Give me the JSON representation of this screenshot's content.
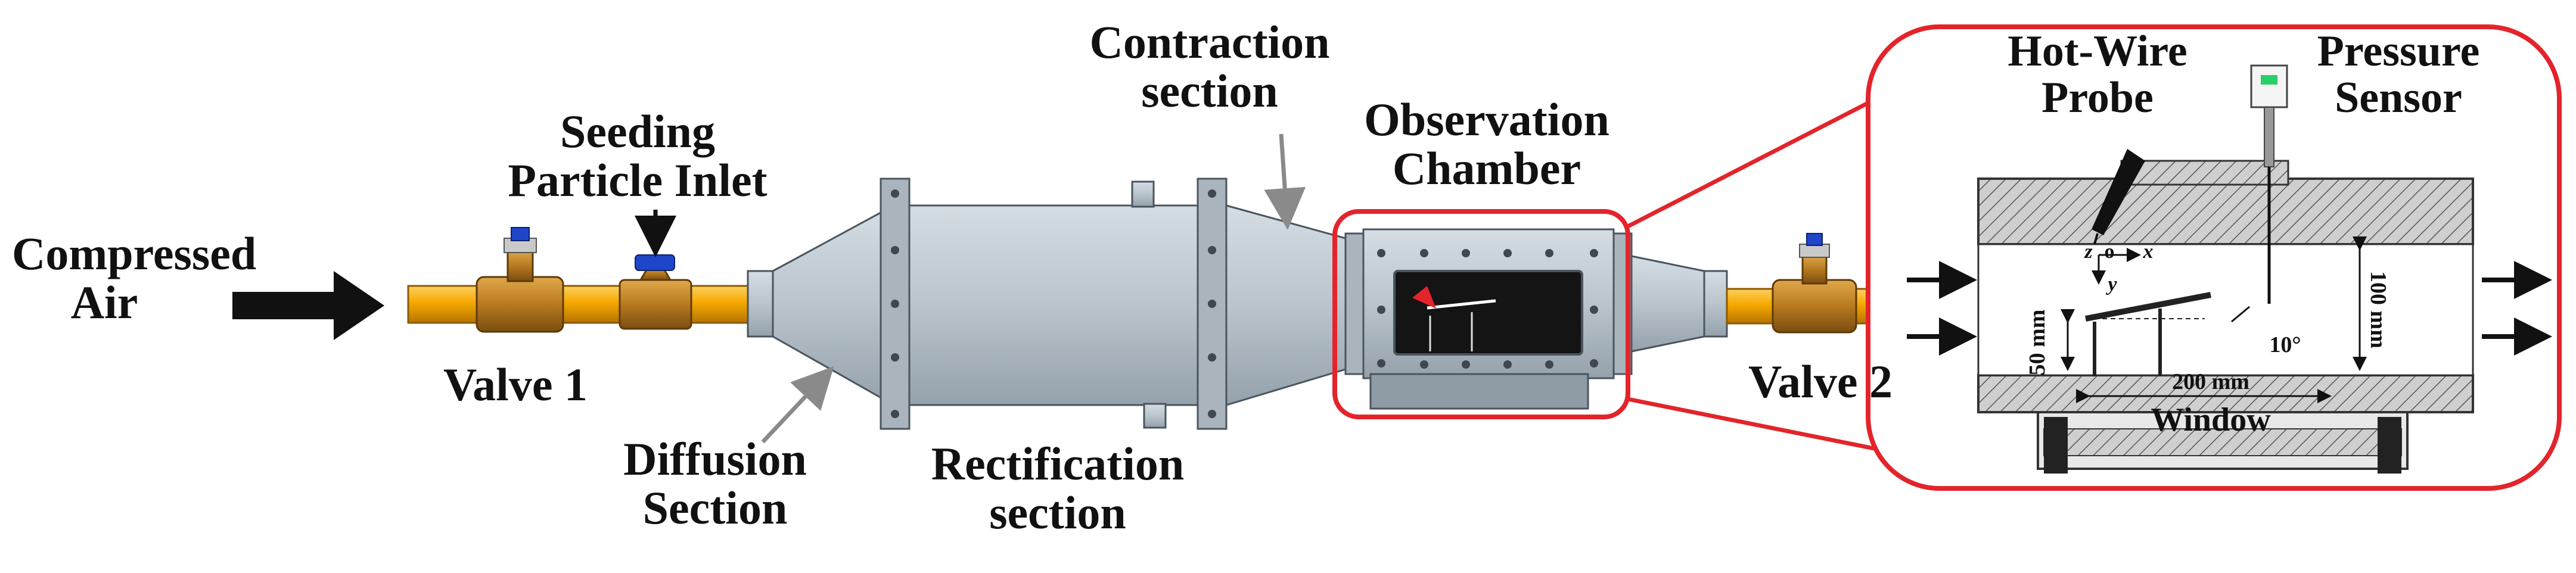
{
  "labels": {
    "compressed_air": [
      "Compressed",
      "Air"
    ],
    "seeding_inlet": [
      "Seeding",
      "Particle Inlet"
    ],
    "valve1": "Valve 1",
    "valve2": "Valve 2",
    "diffusion": [
      "Diffusion",
      "Section"
    ],
    "rectification": [
      "Rectification",
      "section"
    ],
    "contraction": [
      "Contraction",
      "section"
    ],
    "observation": [
      "Observation",
      "Chamber"
    ],
    "hotwire": [
      "Hot-Wire",
      "Probe"
    ],
    "pressure": [
      "Pressure",
      "Sensor"
    ],
    "window": "Window",
    "dim_200": "200 mm",
    "dim_100": "100 mm",
    "dim_50": "50 mm",
    "angle": "10°",
    "axis_z": "z",
    "axis_o": "o",
    "axis_x": "x",
    "axis_y": "y"
  },
  "colors": {
    "pipe": "#f5a800",
    "body": "#b9c4cc",
    "body_dark": "#8f9ba5",
    "highlight": "#e3242b",
    "valve": "#b87a20",
    "knob": "#1f45c8"
  }
}
